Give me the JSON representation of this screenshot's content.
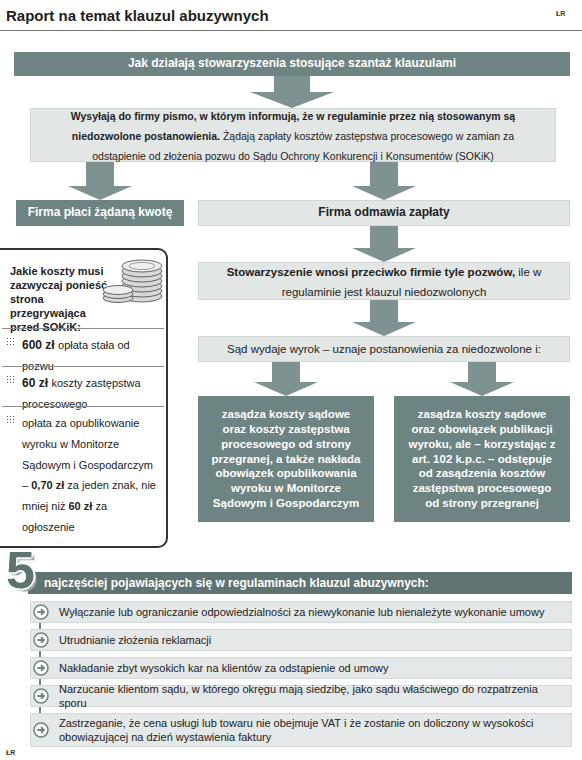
{
  "diagram": {
    "title": "Raport na temat klauzul abuzywnych",
    "nodes": [
      {
        "text": [
          "Jak działają stowarzyszenia stosujące szantaż klauzulami"
        ]
      },
      {
        "text": [
          "Wysyłają do firmy pismo, w którym informują, że w regulaminie przez nią stosowanym są niedozwolone postanowienia.",
          "Żądają zapłaty kosztów zastępstwa procesowego w zamian za odstąpienie od złożenia pozwu do Sądu Ochrony Konkurencji i Konsumentów (SOKiK)"
        ]
      },
      {
        "text": [
          "Firma płaci żądaną kwotę"
        ]
      },
      {
        "text": [
          "Firma odmawia zapłaty"
        ]
      },
      {
        "text": [
          "Stowarzyszenie wnosi przeciwko firmie tyle pozwów,",
          "ile w regulaminie jest klauzul niedozwolonych"
        ]
      },
      {
        "text": [
          "Sąd wydaje wyrok – uznaje postanowienia za niedozwolone i:"
        ]
      },
      {
        "text": [
          "zasądza koszty sądowe oraz koszty zastępstwa procesowego od strony przegranej, a także nakłada obowiązek opublikowania wyroku w Monitorze Sądowym i Gospodarczym"
        ]
      },
      {
        "text": [
          "zasądza koszty sądowe oraz obowiązek publikacji wyroku, ale – korzystając z art. 102 k.p.c. – odstępuje od zasądzenia kosztów zastępstwa procesowego od strony przegranej"
        ]
      },
      {
        "text": [
          "Jakie koszty musi zazwyczaj ponieść strona przegrywająca przed SOKiK:"
        ]
      },
      {
        "text": [
          "600 zł",
          "opłata stała od pozwu"
        ],
        "in": 8
      },
      {
        "text": [
          "60 zł",
          "koszty zastępstwa procesowego"
        ],
        "in": 8
      },
      {
        "text": [
          "opłata za opublikowanie wyroku w Monitorze Sądowym i Gospodarczym –",
          "0,70 zł",
          "za jeden znak, nie mniej niż",
          "60 zł",
          "za ogłoszenie"
        ],
        "in": 8
      },
      {
        "text": [
          "5",
          "najczęściej pojawiających się w regulaminach klauzul abuzywnych:"
        ]
      },
      {
        "text": [
          "Wyłączanie lub ograniczanie odpowiedzialności za niewykonanie lub nienależyte wykonanie umowy"
        ]
      },
      {
        "text": [
          "Utrudnianie złożenia reklamacji"
        ]
      },
      {
        "text": [
          "Nakładanie zbyt wysokich kar na klientów za odstąpienie od umowy"
        ]
      },
      {
        "text": [
          "Narzucanie klientom sądu, w którego okręgu mają siedzibę, jako sądu właściwego do rozpatrzenia sporu"
        ]
      },
      {
        "text": [
          "Zastrzeganie, że cena usługi lub towaru nie obejmuje VAT i że zostanie on doliczony w wysokości obowiązującej na dzień wystawienia faktury"
        ]
      }
    ],
    "edges": [
      {
        "from": 0,
        "to": 1,
        "arrow": "to"
      },
      {
        "from": 1,
        "to": 2,
        "arrow": "to"
      },
      {
        "from": 1,
        "to": 3,
        "arrow": "to"
      },
      {
        "from": 3,
        "to": 4,
        "arrow": "to"
      },
      {
        "from": 4,
        "to": 5,
        "arrow": "to"
      },
      {
        "from": 5,
        "to": 6,
        "arrow": "to"
      },
      {
        "from": 5,
        "to": 7,
        "arrow": "to"
      }
    ],
    "labels": [
      "ŁR",
      "ŁR"
    ]
  }
}
